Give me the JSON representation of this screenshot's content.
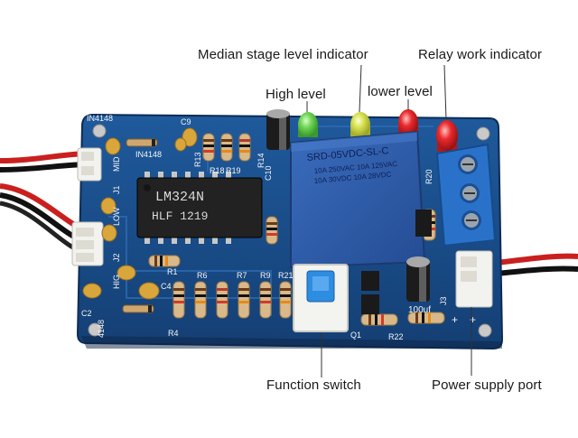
{
  "callouts": {
    "median_stage": "Median stage level indicator",
    "relay_work": "Relay work indicator",
    "high_level": "High level",
    "lower_level": "lower level",
    "function_switch": "Function  switch",
    "power_supply": "Power supply port"
  },
  "board": {
    "chip_model": "LM324N",
    "chip_code": "HLF 1219",
    "relay_part": "SRD-05VDC-SL-C",
    "relay_rating_1": "10A 250VAC 10A 125VAC",
    "relay_rating_2": "10A 30VDC 10A 28VDC",
    "capacitor_label": "100uf",
    "silk": {
      "in4148_a": "IN4148",
      "in4148_b": "IN4148",
      "in4148_c": "4148",
      "c9": "C9",
      "r13": "R13",
      "r14": "R14",
      "r18": "R18",
      "r19": "R19",
      "c10": "C10",
      "r20": "R20",
      "j1": "J1",
      "mid": "MID",
      "low": "LOW",
      "j2": "J2",
      "hig": "HIG",
      "c2": "C2",
      "c4": "C4",
      "r1": "R1",
      "r6": "R6",
      "r7": "R7",
      "r9": "R9",
      "r21": "R21",
      "r4": "R4",
      "q1": "Q1",
      "r22": "R22",
      "j3": "J3",
      "plus_a": "+",
      "plus_b": "+"
    }
  },
  "colors": {
    "pcb": "#1a4f8c",
    "relay": "#2f5ea8",
    "high_led": "#5ec84a",
    "mid_led": "#cfd84a",
    "low_led": "#e8262a",
    "relay_led": "#e8262a",
    "terminal": "#2a72c9"
  }
}
